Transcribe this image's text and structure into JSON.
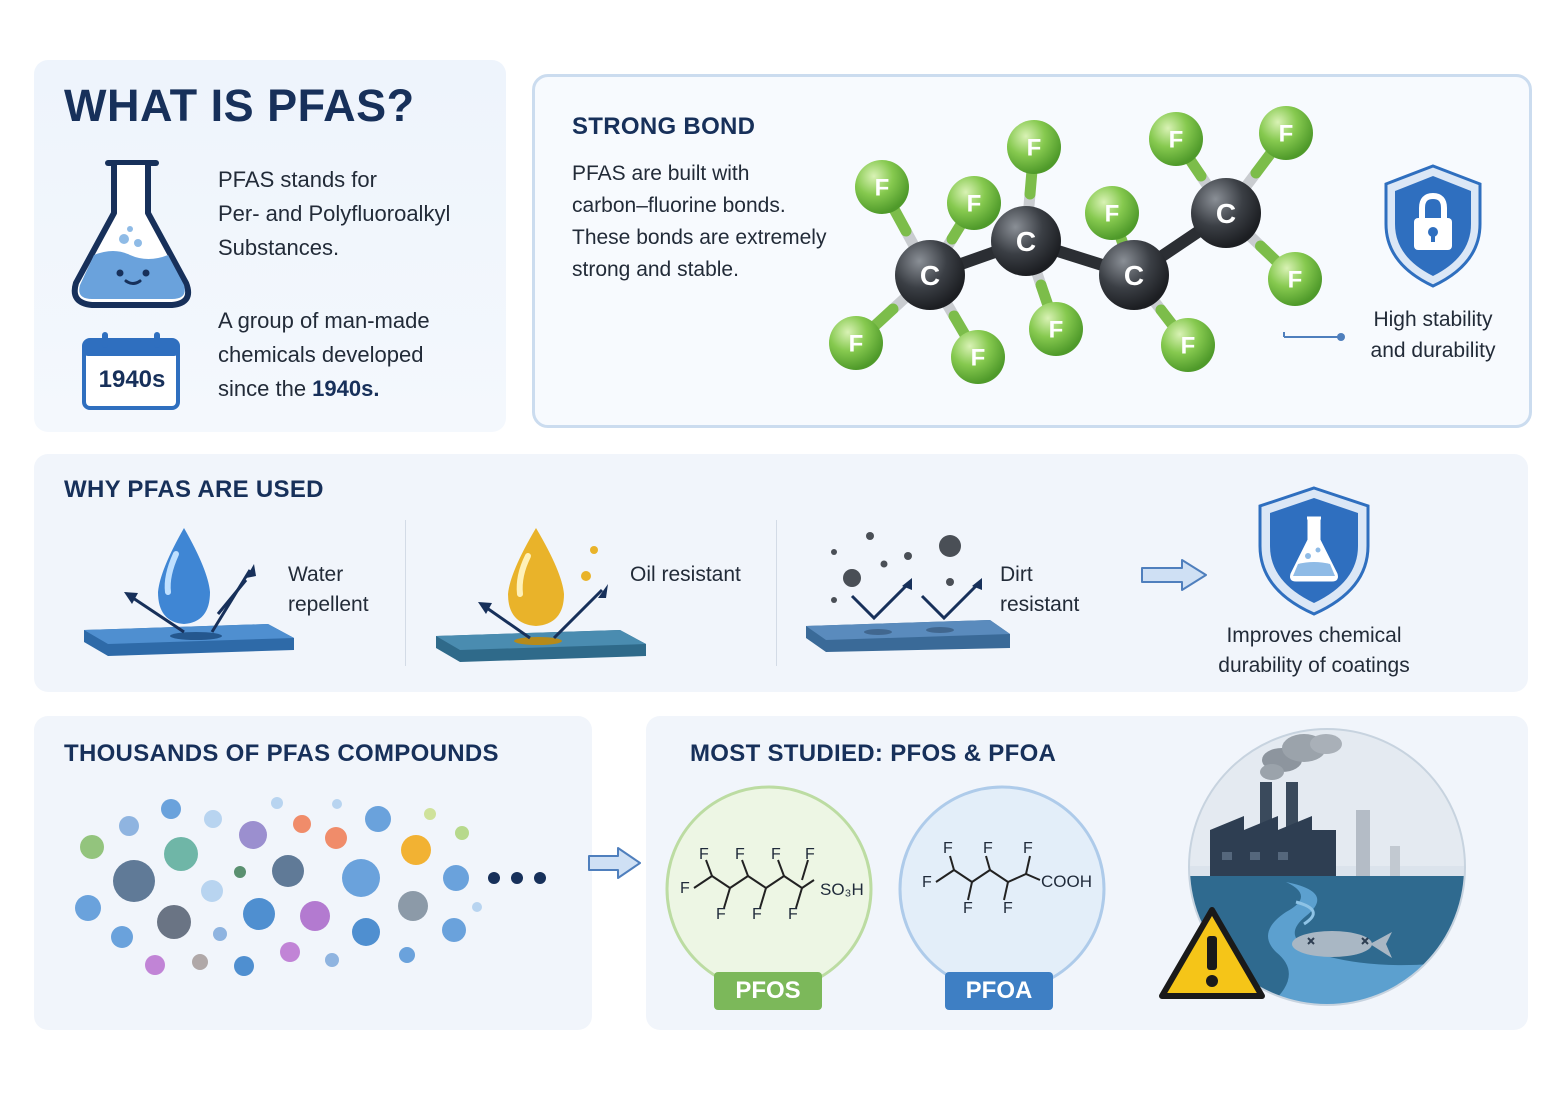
{
  "what": {
    "title": "WHAT IS PFAS?",
    "line1": "PFAS stands for",
    "line2": "Per- and Polyfluoroalkyl",
    "line3": "Substances.",
    "line4": "A group of man-made",
    "line5": "chemicals developed",
    "line6_prefix": "since the ",
    "line6_bold": "1940s.",
    "calendar_label": "1940s",
    "icons": [
      "flask-icon",
      "calendar-icon"
    ]
  },
  "bond": {
    "title": "STRONG BOND",
    "line1": "PFAS are built with",
    "line2": "carbon–fluorine bonds.",
    "line3": "These bonds are extremely",
    "line4": "strong and stable.",
    "carbon_symbol": "C",
    "fluorine_symbol": "F",
    "stability_line1": "High stability",
    "stability_line2": "and durability",
    "icons": [
      "molecule-icon",
      "shield-lock-icon"
    ]
  },
  "used": {
    "title": "WHY PFAS ARE USED",
    "water_line1": "Water",
    "water_line2": "repellent",
    "oil": "Oil resistant",
    "dirt_line1": "Dirt",
    "dirt_line2": "resistant",
    "result_line1": "Improves chemical",
    "result_line2": "durability of coatings",
    "icons": [
      "water-drop-icon",
      "oil-drop-icon",
      "dirt-particles-icon",
      "arrow-right-icon",
      "shield-flask-icon"
    ]
  },
  "thousands": {
    "title": "THOUSANDS OF PFAS COMPOUNDS",
    "icons": [
      "compound-dots-icon",
      "ellipsis-icon",
      "arrow-right-icon"
    ]
  },
  "most": {
    "title": "MOST STUDIED: PFOS & PFOA",
    "pfos_label": "PFOS",
    "pfoa_label": "PFOA",
    "f": "F",
    "so3h": "SO₃H",
    "cooh": "COOH",
    "icons": [
      "pfos-structure-icon",
      "pfoa-structure-icon",
      "factory-pollution-icon",
      "warning-icon",
      "dead-fish-icon"
    ]
  },
  "colors": {
    "navy": "#17305a",
    "blue": "#2f6fbf",
    "green": "#7cbd4a",
    "pfos_tag": "#7cb85a",
    "pfoa_tag": "#3e7fc4",
    "warning": "#f5c518"
  }
}
